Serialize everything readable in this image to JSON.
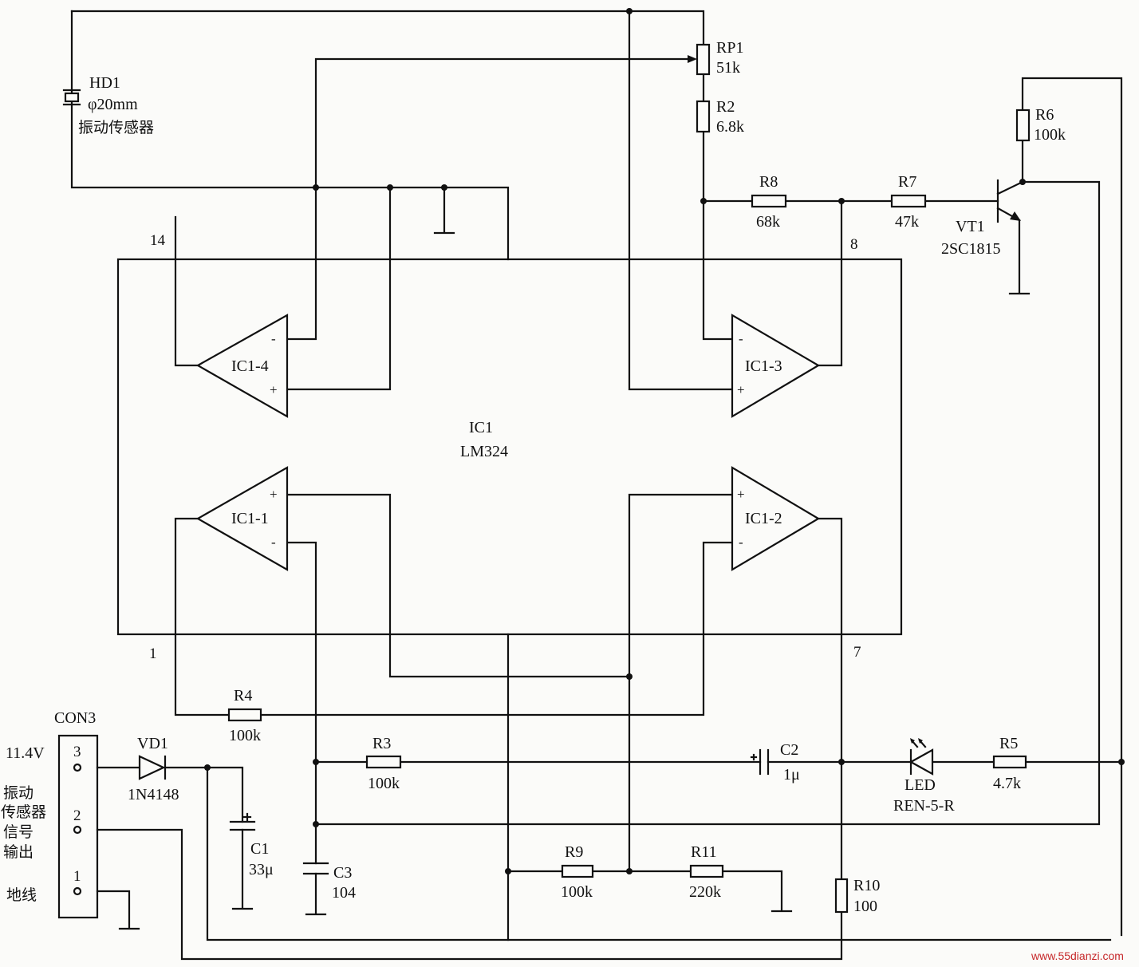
{
  "ic": {
    "ref": "IC1",
    "part": "LM324"
  },
  "opamps": {
    "a4": "IC1-4",
    "a3": "IC1-3",
    "a1": "IC1-1",
    "a2": "IC1-2"
  },
  "pins": {
    "p14": "14",
    "p8": "8",
    "p1": "1",
    "p7": "7"
  },
  "signs": {
    "plus": "+",
    "minus": "-"
  },
  "sensor": {
    "ref": "HD1",
    "size": "φ20mm",
    "desc": "振动传感器"
  },
  "rp1": {
    "ref": "RP1",
    "value": "51k"
  },
  "r2": {
    "ref": "R2",
    "value": "6.8k"
  },
  "r8": {
    "ref": "R8",
    "value": "68k"
  },
  "r7": {
    "ref": "R7",
    "value": "47k"
  },
  "r6": {
    "ref": "R6",
    "value": "100k"
  },
  "vt1": {
    "ref": "VT1",
    "part": "2SC1815"
  },
  "r4": {
    "ref": "R4",
    "value": "100k"
  },
  "r3": {
    "ref": "R3",
    "value": "100k"
  },
  "c2": {
    "ref": "C2",
    "value": "1μ"
  },
  "led": {
    "ref": "LED",
    "part": "REN-5-R"
  },
  "r5": {
    "ref": "R5",
    "value": "4.7k"
  },
  "c1": {
    "ref": "C1",
    "value": "33μ"
  },
  "c3": {
    "ref": "C3",
    "value": "104"
  },
  "r9": {
    "ref": "R9",
    "value": "100k"
  },
  "r11": {
    "ref": "R11",
    "value": "220k"
  },
  "r10": {
    "ref": "R10",
    "value": "100"
  },
  "vd1": {
    "ref": "VD1",
    "part": "1N4148"
  },
  "connector": {
    "ref": "CON3",
    "voltage": "11.4V",
    "pin3": "3",
    "pin2": "2",
    "pin1": "1",
    "signal_l1": "振动",
    "signal_l2": "传感器",
    "signal_l3": "信号",
    "signal_l4": "输出",
    "ground": "地线"
  },
  "watermark": "www.55dianzi.com"
}
